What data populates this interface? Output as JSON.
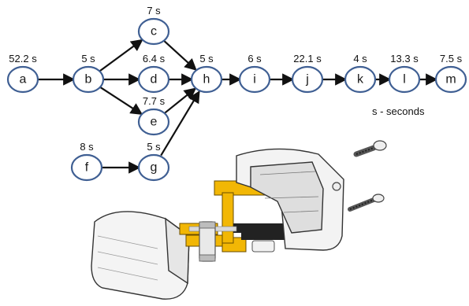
{
  "nodes": [
    {
      "id": "a",
      "label": "a",
      "time": "52.2 s"
    },
    {
      "id": "b",
      "label": "b",
      "time": "5 s"
    },
    {
      "id": "c",
      "label": "c",
      "time": "7 s"
    },
    {
      "id": "d",
      "label": "d",
      "time": "6.4 s"
    },
    {
      "id": "e",
      "label": "e",
      "time": "7.7 s"
    },
    {
      "id": "f",
      "label": "f",
      "time": "8 s"
    },
    {
      "id": "g",
      "label": "g",
      "time": "5 s"
    },
    {
      "id": "h",
      "label": "h",
      "time": "5 s"
    },
    {
      "id": "i",
      "label": "i",
      "time": "6 s"
    },
    {
      "id": "j",
      "label": "j",
      "time": "22.1 s"
    },
    {
      "id": "k",
      "label": "k",
      "time": "4 s"
    },
    {
      "id": "l",
      "label": "l",
      "time": "13.3 s"
    },
    {
      "id": "m",
      "label": "m",
      "time": "7.5 s"
    }
  ],
  "edges": [
    [
      "a",
      "b"
    ],
    [
      "b",
      "c"
    ],
    [
      "b",
      "d"
    ],
    [
      "b",
      "e"
    ],
    [
      "c",
      "h"
    ],
    [
      "d",
      "h"
    ],
    [
      "e",
      "h"
    ],
    [
      "f",
      "g"
    ],
    [
      "g",
      "h"
    ],
    [
      "h",
      "i"
    ],
    [
      "i",
      "j"
    ],
    [
      "j",
      "k"
    ],
    [
      "k",
      "l"
    ],
    [
      "l",
      "m"
    ]
  ],
  "legend": "s - seconds",
  "colors": {
    "node_stroke": "#3f5f93",
    "plug_yellow": "#f2b705",
    "plug_body": "#f3f3f3"
  },
  "illustration": "exploded-plug-assembly"
}
